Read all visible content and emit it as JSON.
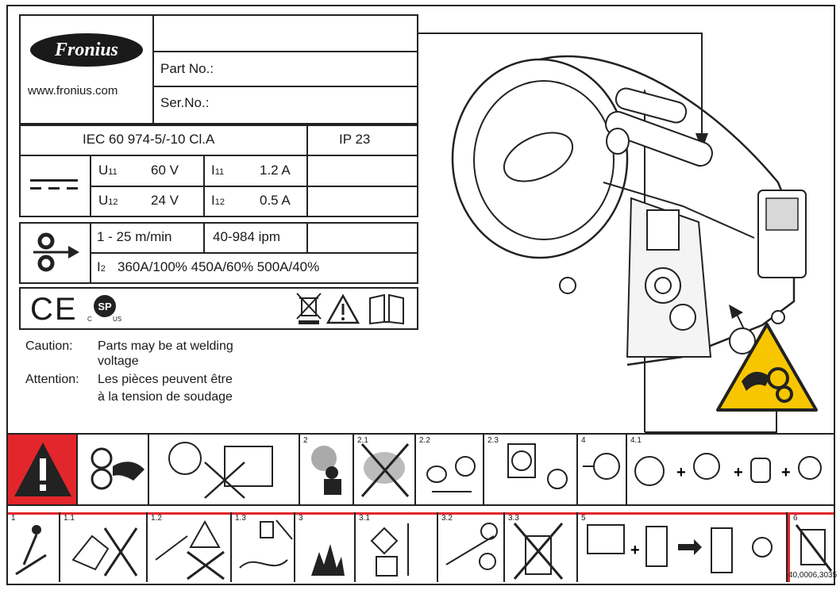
{
  "header": {
    "brand_logo_text": "Fronius",
    "website": "www.fronius.com",
    "part_no_label": "Part No.:",
    "ser_no_label": "Ser.No.:"
  },
  "ratings": {
    "standard": "IEC 60 974-5/-10 Cl.A",
    "ip_rating": "IP 23",
    "u11_label": "U",
    "u11_sub": "11",
    "u11_value": "60 V",
    "i11_label": "I",
    "i11_sub": "11",
    "i11_value": "1.2 A",
    "u12_label": "U",
    "u12_sub": "12",
    "u12_value": "24 V",
    "i12_label": "I",
    "i12_sub": "12",
    "i12_value": "0.5 A",
    "wire_speed_metric": "1 - 25 m/min",
    "wire_speed_imperial": "40-984 ipm",
    "i2_label": "I",
    "i2_sub": "2",
    "duty_cycle": "360A/100% 450A/60% 500A/40%"
  },
  "cert": {
    "ce_mark": "CE",
    "csa_c": "C",
    "csa_us": "US"
  },
  "caution": {
    "en_label": "Caution:",
    "en_line1": "Parts may be at welding",
    "en_line2": "voltage",
    "fr_label": "Attention:",
    "fr_line1": "Les pièces peuvent être",
    "fr_line2": "à la tension de soudage"
  },
  "top_strip": {
    "num_2": "2",
    "num_2_1": "2.1",
    "num_2_2": "2.2",
    "num_2_3": "2.3",
    "num_4": "4",
    "num_4_1": "4.1"
  },
  "bottom_strip": {
    "num_1": "1",
    "num_1_1": "1.1",
    "num_1_2": "1.2",
    "num_1_3": "1.3",
    "num_3": "3",
    "num_3_1": "3.1",
    "num_3_2": "3.2",
    "num_3_3": "3.3",
    "num_5": "5",
    "num_6": "6",
    "doc_code": "40,0006,3035"
  },
  "colors": {
    "warning_red": "#e3262b",
    "warning_yellow": "#f7c600",
    "line": "#222222"
  }
}
